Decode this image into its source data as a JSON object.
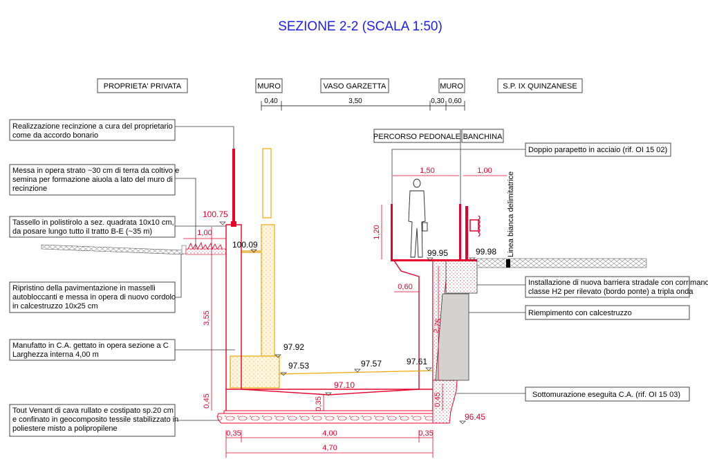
{
  "title": "SEZIONE 2-2 (SCALA 1:50)",
  "zones": {
    "private_property": "PROPRIETA' PRIVATA",
    "wall_left": "MURO",
    "channel": "VASO GARZETTA",
    "wall_right": "MURO",
    "road": "S.P. IX  QUINZANESE",
    "footpath": "PERCORSO PEDONALE",
    "shoulder": "BANCHINA"
  },
  "top_dimensions": [
    "0,40",
    "3,50",
    "0,30",
    "0,60"
  ],
  "notes_left": [
    [
      "Realizzazione recinzione a cura del proprietario",
      "come da accordo bonario"
    ],
    [
      "Messa in opera strato ~30 cm di terra da coltivo e",
      "semina per formazione aiuola a lato del muro di",
      "recinzione"
    ],
    [
      "Tassello in polistirolo a sez. quadrata 10x10 cm,",
      "da posare lungo tutto il tratto B-E (~35 m)"
    ],
    [
      "Ripristino della pavimentazione in masselli",
      "autobloccanti e messa in opera di nuovo cordolo",
      "in calcestruzzo 10x25 cm"
    ],
    [
      "Manufatto in C.A. gettato in opera sezione a C",
      "Larghezza interna 4,00 m"
    ],
    [
      "Tout Venant di cava rullato e costipato sp.20 cm",
      "e confinato in geocomposito tessile stabilizzato in",
      "poliestere misto a polipropilene"
    ]
  ],
  "notes_right": [
    [
      "Doppio parapetto in acciaio (rif. OI 15 02)"
    ],
    [
      "Installazione di nuova barriera stradale con corrimano",
      "classe H2 per rilevato (bordo ponte) a tripla onda"
    ],
    [
      "Riempimento con calcestruzzo"
    ],
    [
      "Sottomurazione eseguita C.A. (rif. OI 15 03)"
    ]
  ],
  "road_marking": "Linea bianca delimitatrice",
  "elevations": {
    "wall_top": "100.75",
    "garden": "100.09",
    "footpath": "99.95",
    "road_edge": "99.98",
    "old_footing_top": "97.92",
    "water_left": "97.53",
    "water_mid": "97.57",
    "water_right": "97.61",
    "channel_bottom": "97.10",
    "foundation_bottom": "96.45"
  },
  "dimensions": {
    "garden_width": "1,00",
    "wall_height": "3,55",
    "base_left": "0,45",
    "base_mid": "0,35",
    "base_right": "0,45",
    "footpath_width": "1,50",
    "shoulder_width": "1,00",
    "railing_height": "1,20",
    "cantilever": "0,60",
    "right_wall_height": "2,75",
    "wall_thk_left": "0,35",
    "inner_width": "4,00",
    "wall_thk_right": "0,35",
    "total_width": "4,70"
  },
  "colors": {
    "title": "#1c1cf0",
    "new_structure": "#e8002a",
    "existing": "#f0a800",
    "fill": "#d4d2ce"
  }
}
